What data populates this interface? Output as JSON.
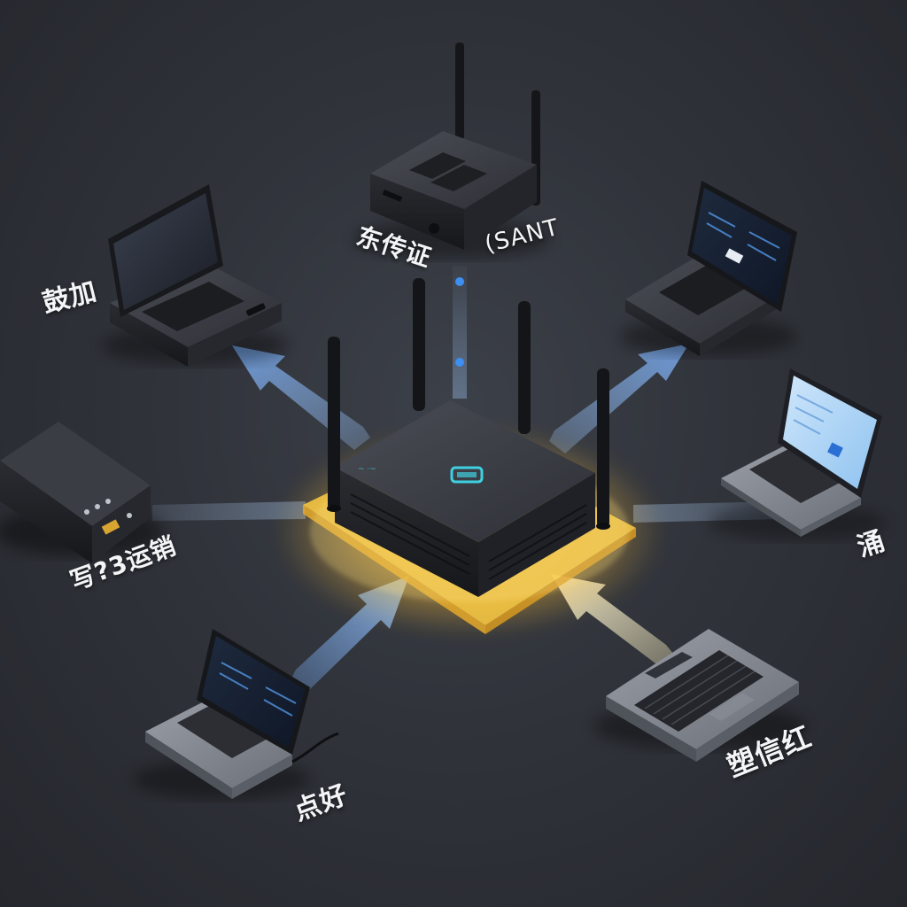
{
  "labels": {
    "router_top_cn": "东传证",
    "router_top_en": "(SANT",
    "laptop_top_left": "鼓加",
    "storage_left": "写?3运销",
    "laptop_right": "涌",
    "laptop_bottom_left": "点好",
    "laptop_bottom_right": "塑信红"
  },
  "colors": {
    "background": "#2c2f36",
    "hub_glow": "#f5c542",
    "arrow_blue": "#7aa6e0",
    "arrow_cream": "#efe4b8",
    "led_cyan": "#3fd0e0"
  }
}
